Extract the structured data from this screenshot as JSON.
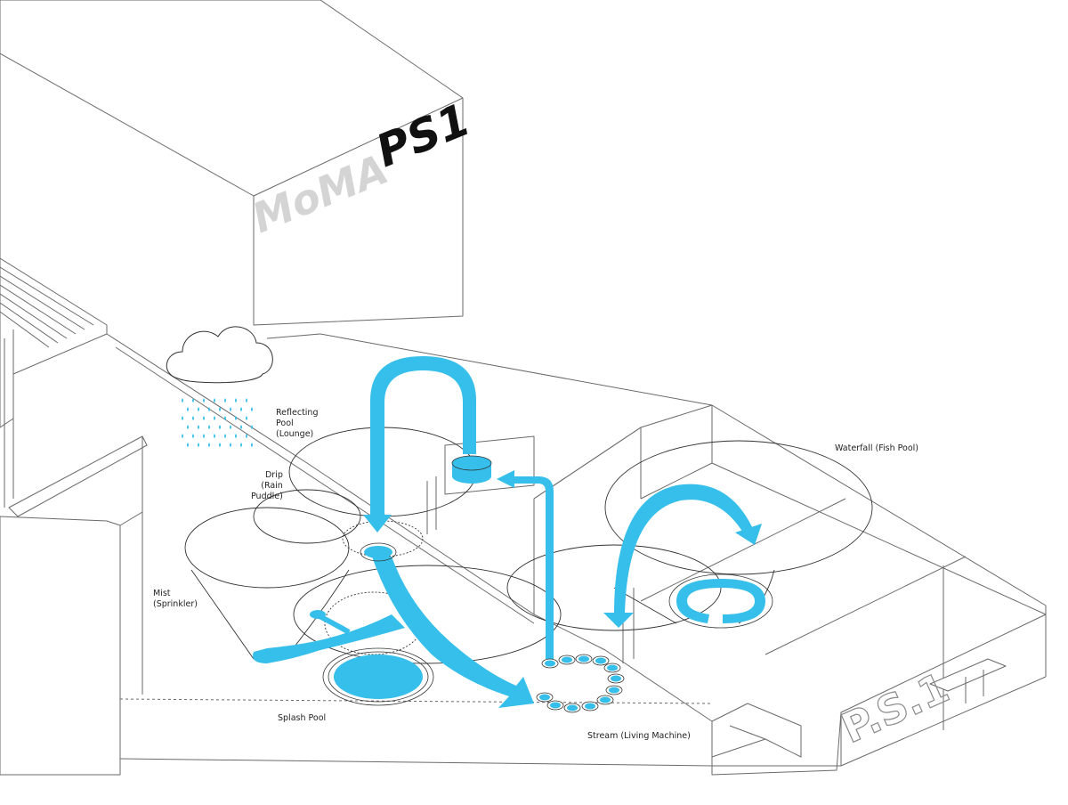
{
  "signs": {
    "moma": "MoMA",
    "ps1": "PS1",
    "ps1_facade": "P.S.1"
  },
  "labels": {
    "reflecting_pool": [
      "Reflecting",
      "Pool",
      "(Lounge)"
    ],
    "drip": [
      "Drip",
      "(Rain",
      "Puddle)"
    ],
    "mist": [
      "Mist",
      "(Sprinkler)"
    ],
    "splash_pool": "Splash Pool",
    "stream": "Stream (Living Machine)",
    "waterfall": "Waterfall (Fish Pool)"
  },
  "colors": {
    "water": "#35bfea",
    "line": "#555555",
    "moma_text": "#d4d4d4",
    "ps1_text": "#111111",
    "facade_text": "#8a8a8a"
  }
}
